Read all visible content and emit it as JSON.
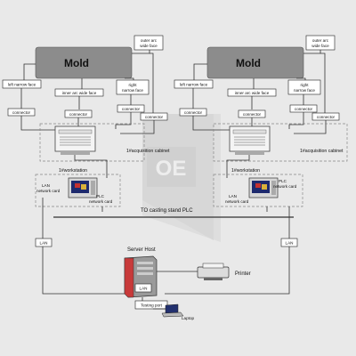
{
  "mold_label": "Mold",
  "outer_arc_wide_face": [
    "outer arc",
    "wide face"
  ],
  "left_narrow_face": "left narrow face",
  "inner_arc_wide_face": "inner arc wide face",
  "right_narrow_face": [
    "right",
    "narrow face"
  ],
  "connector": "connector",
  "acquisition_cabinet": "1#acquisition cabinet",
  "workstation": "1#workstation",
  "lan_network_card": [
    "LAN",
    "network card"
  ],
  "plc_network_card": [
    "PLC",
    "network card"
  ],
  "lan_network_card_right": [
    "LAN",
    "network card"
  ],
  "casting_stand": "TO casting stand PLC",
  "lan": "LAN",
  "server_host": "Server Host",
  "printer": "Printer",
  "testing_port": "Testing port",
  "laptop": "Laptop",
  "watermark": "OE"
}
